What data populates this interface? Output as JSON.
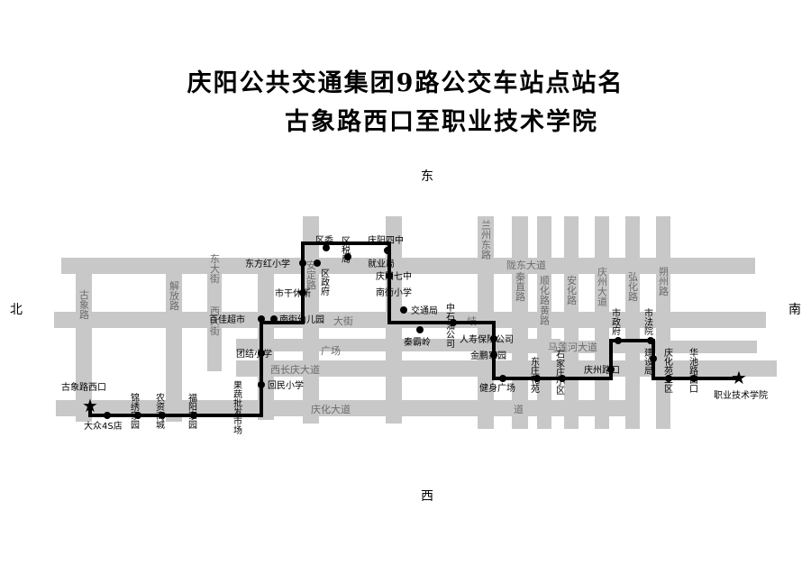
{
  "title": {
    "line1": "庆阳公共交通集团9路公交车站点站名",
    "line2": "古象路西口至职业技术学院"
  },
  "directions": {
    "top": "东",
    "bottom": "西",
    "left": "北",
    "right": "南"
  },
  "roads": [
    "古象路",
    "解放路",
    "东大街",
    "西大街",
    "安定路",
    "大街",
    "广场",
    "西长庆大道",
    "庆化大道",
    "兰州东路",
    "陇东大道",
    "秦直路",
    "黄路",
    "顺化路",
    "安化路",
    "庆州大道",
    "弘化路",
    "朔州路",
    "马莲河大道",
    "岐",
    "道"
  ],
  "stops": [
    "古象路西口",
    "大众4S店",
    "锦绣家园",
    "农资商城",
    "福阳家园",
    "果蔬批发市场",
    "回民小学",
    "团结小学",
    "南街幼儿园",
    "百佳超市",
    "市干休所",
    "东方红小学",
    "区政府",
    "区委",
    "区税局",
    "就业局",
    "庆阳四中",
    "庆阳七中",
    "南街小学",
    "交通局",
    "秦霸岭",
    "中石油公司",
    "人寿保险公司",
    "金鹏家园",
    "健身广场",
    "东庄花苑",
    "石家庄小区",
    "庆州路口",
    "市政府",
    "市法院",
    "建设局",
    "庆化苑二区",
    "华池路西口",
    "职业技术学院"
  ],
  "colors": {
    "road": "#c8c8c8",
    "route": "#000000",
    "road_text": "#6b6b6b"
  }
}
